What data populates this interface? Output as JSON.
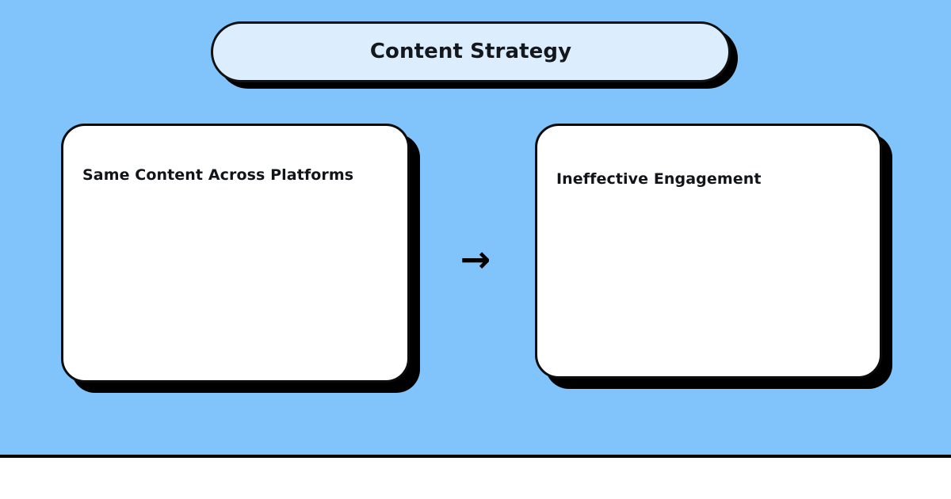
{
  "colors": {
    "stage_background": "#80c4fb",
    "pill_fill": "#dceefd",
    "card_fill": "#ffffff",
    "border": "#0c0c0c",
    "shadow": "#000000",
    "text": "#111418",
    "page_background": "#ffffff"
  },
  "header": {
    "title": "Content Strategy"
  },
  "flow": {
    "arrow_icon": "arrow-right-icon",
    "arrow_glyph": "→",
    "cards": [
      {
        "title": "Same Content Across Platforms",
        "body": ""
      },
      {
        "title": "Ineffective Engagement",
        "body": ""
      }
    ]
  }
}
